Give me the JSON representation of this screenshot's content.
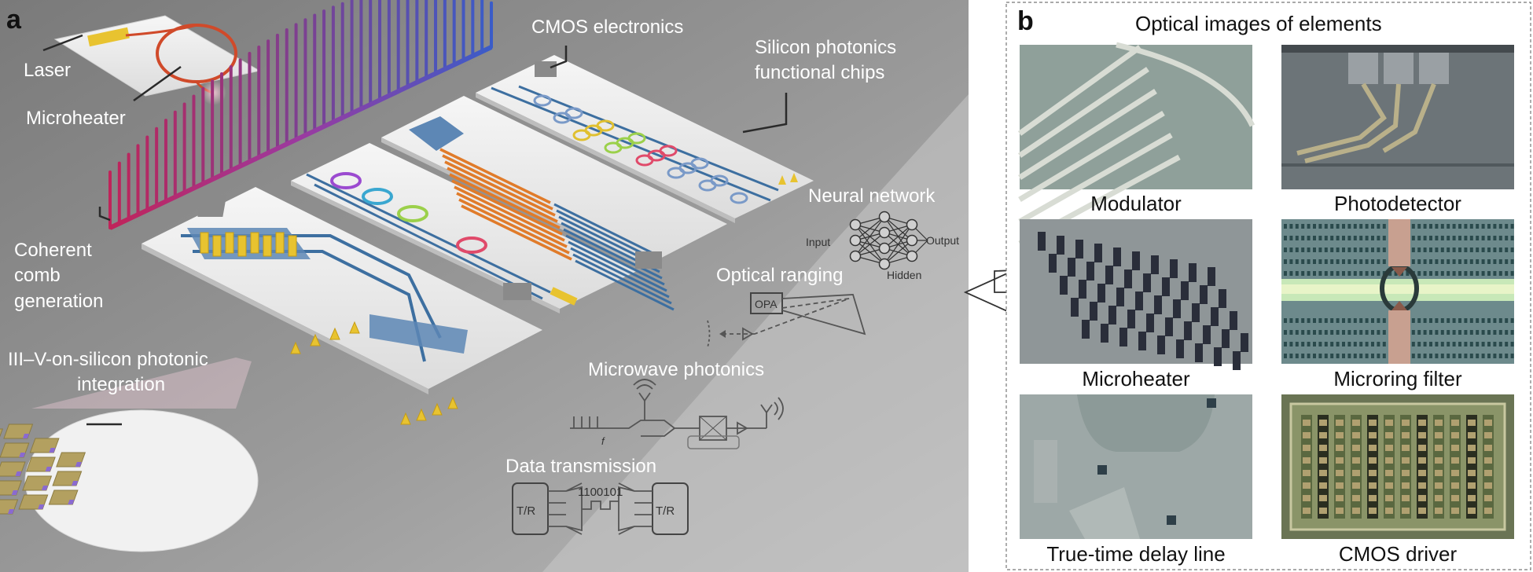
{
  "panel_a": {
    "letter": "a",
    "labels": {
      "laser": "Laser",
      "microheater": "Microheater",
      "cmos_electronics": "CMOS electronics",
      "silicon_photonics_1": "Silicon photonics",
      "silicon_photonics_2": "functional chips",
      "comb_1": "Coherent",
      "comb_2": "comb",
      "comb_3": "generation",
      "integration_1": "III–V-on-silicon photonic",
      "integration_2": "integration",
      "neural_network": "Neural network",
      "nn_input": "Input",
      "nn_output": "Output",
      "nn_hidden": "Hidden",
      "optical_ranging": "Optical ranging",
      "opa": "OPA",
      "microwave_photonics": "Microwave photonics",
      "mw_f": "f",
      "data_transmission": "Data transmission",
      "tr_left": "T/R",
      "tr_right": "T/R",
      "bits": "1100101"
    }
  },
  "panel_b": {
    "letter": "b",
    "title": "Optical images of elements",
    "elements": [
      {
        "label": "Modulator"
      },
      {
        "label": "Photodetector"
      },
      {
        "label": "Microheater"
      },
      {
        "label": "Microring filter"
      },
      {
        "label": "True-time delay line"
      },
      {
        "label": "CMOS driver"
      }
    ]
  },
  "colors": {
    "background_a": "#8e8e8e",
    "chip": "#eaeaea",
    "waveguide": "#3d6fa0",
    "heater": "#e8c330",
    "comb_red": "#c0245a",
    "comb_blue": "#3a5cc8",
    "wafer_tile": "#b3a060",
    "pad_purple": "#8a6ad0"
  }
}
